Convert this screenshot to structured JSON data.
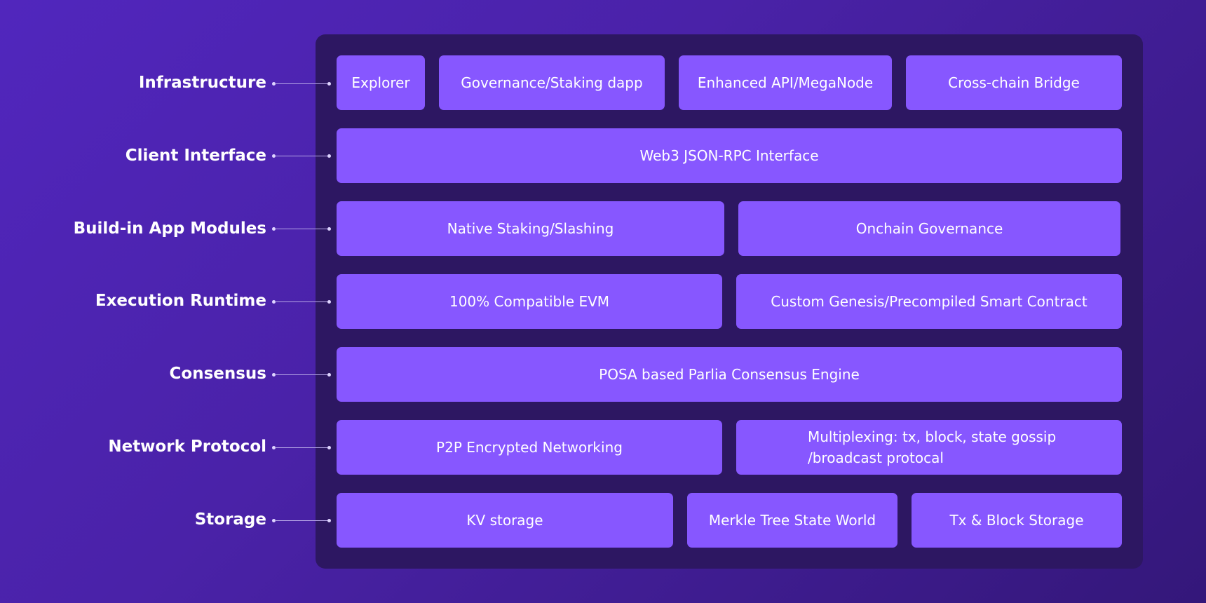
{
  "layers": [
    {
      "key": "infrastructure",
      "label": "Infrastructure",
      "boxes": [
        "Explorer",
        "Governance/Staking dapp",
        "Enhanced API/MegaNode",
        "Cross-chain Bridge"
      ]
    },
    {
      "key": "client-interface",
      "label": "Client Interface",
      "boxes": [
        "Web3 JSON-RPC Interface"
      ]
    },
    {
      "key": "app-modules",
      "label": "Build-in App Modules",
      "boxes": [
        "Native Staking/Slashing",
        "Onchain Governance"
      ]
    },
    {
      "key": "execution-runtime",
      "label": "Execution Runtime",
      "boxes": [
        "100% Compatible EVM",
        "Custom Genesis/Precompiled Smart Contract"
      ]
    },
    {
      "key": "consensus",
      "label": "Consensus",
      "boxes": [
        "POSA based Parlia Consensus Engine"
      ]
    },
    {
      "key": "network-protocol",
      "label": "Network Protocol",
      "boxes": [
        "P2P Encrypted Networking",
        "Multiplexing: tx, block, state gossip\n/broadcast protocal"
      ]
    },
    {
      "key": "storage",
      "label": "Storage",
      "boxes": [
        "KV storage",
        "Merkle Tree State World",
        "Tx & Block Storage"
      ]
    }
  ],
  "colors": {
    "background_start": "#5126bd",
    "background_end": "#34177a",
    "panel": "#2d1762",
    "box": "#8757ff",
    "text": "#ffffff"
  }
}
